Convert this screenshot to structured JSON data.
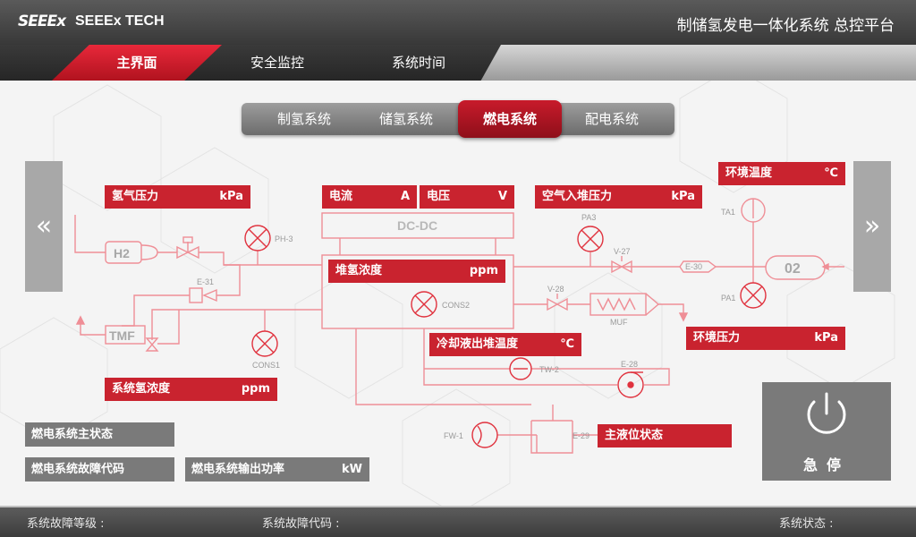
{
  "header": {
    "logo_mark": "SEEEx",
    "brand": "SEEEx TECH",
    "system_title": "制储氢发电一体化系统 总控平台"
  },
  "nav": {
    "tabs": [
      "主界面",
      "安全监控",
      "系统时间"
    ],
    "active": "主界面"
  },
  "subnav": {
    "tabs": [
      "制氢系统",
      "储氢系统",
      "燃电系统",
      "配电系统"
    ],
    "active": "燃电系统"
  },
  "side": {
    "left_arrow": "«",
    "right_arrow": "»"
  },
  "labels": {
    "hydrogen_pressure": {
      "name": "氢气压力",
      "unit": "kPa"
    },
    "current": {
      "name": "电流",
      "unit": "A"
    },
    "voltage": {
      "name": "电压",
      "unit": "V"
    },
    "air_in_pressure": {
      "name": "空气入堆压力",
      "unit": "kPa"
    },
    "ambient_temp": {
      "name": "环境温度",
      "unit": "℃"
    },
    "stack_h2_concentration": {
      "name": "堆氢浓度",
      "unit": "ppm"
    },
    "ambient_pressure": {
      "name": "环境压力",
      "unit": "kPa"
    },
    "coolant_out_temp": {
      "name": "冷却液出堆温度",
      "unit": "℃"
    },
    "system_h2_concentration": {
      "name": "系统氢浓度",
      "unit": "ppm"
    },
    "main_level_status": {
      "name": "主液位状态"
    }
  },
  "status_boxes": {
    "main_status": {
      "name": "燃电系统主状态"
    },
    "fault_code": {
      "name": "燃电系统故障代码"
    },
    "output_power": {
      "name": "燃电系统输出功率",
      "unit": "kW"
    }
  },
  "diagram": {
    "dcdc": "DC-DC",
    "h2": "H2",
    "tmf": "TMF",
    "o2": "02",
    "tags": {
      "ph3": "PH-3",
      "e31": "E-31",
      "cons1": "CONS1",
      "cons2": "CONS2",
      "pa3": "PA3",
      "v27": "V-27",
      "e30": "E-30",
      "v28": "V-28",
      "muf": "MUF",
      "ta1": "TA1",
      "pa1": "PA1",
      "tw2": "TW-2",
      "e28": "E-28",
      "fw1": "FW-1",
      "e29": "E-29"
    }
  },
  "estop": {
    "label": "急停"
  },
  "footer": {
    "fault_level": "系统故障等级 :",
    "fault_code": "系统故障代码 :",
    "system_status": "系统状态 :"
  },
  "colors": {
    "accent": "#c9232f",
    "line": "#ef8e96",
    "panel_gray": "#7a7a7a"
  }
}
